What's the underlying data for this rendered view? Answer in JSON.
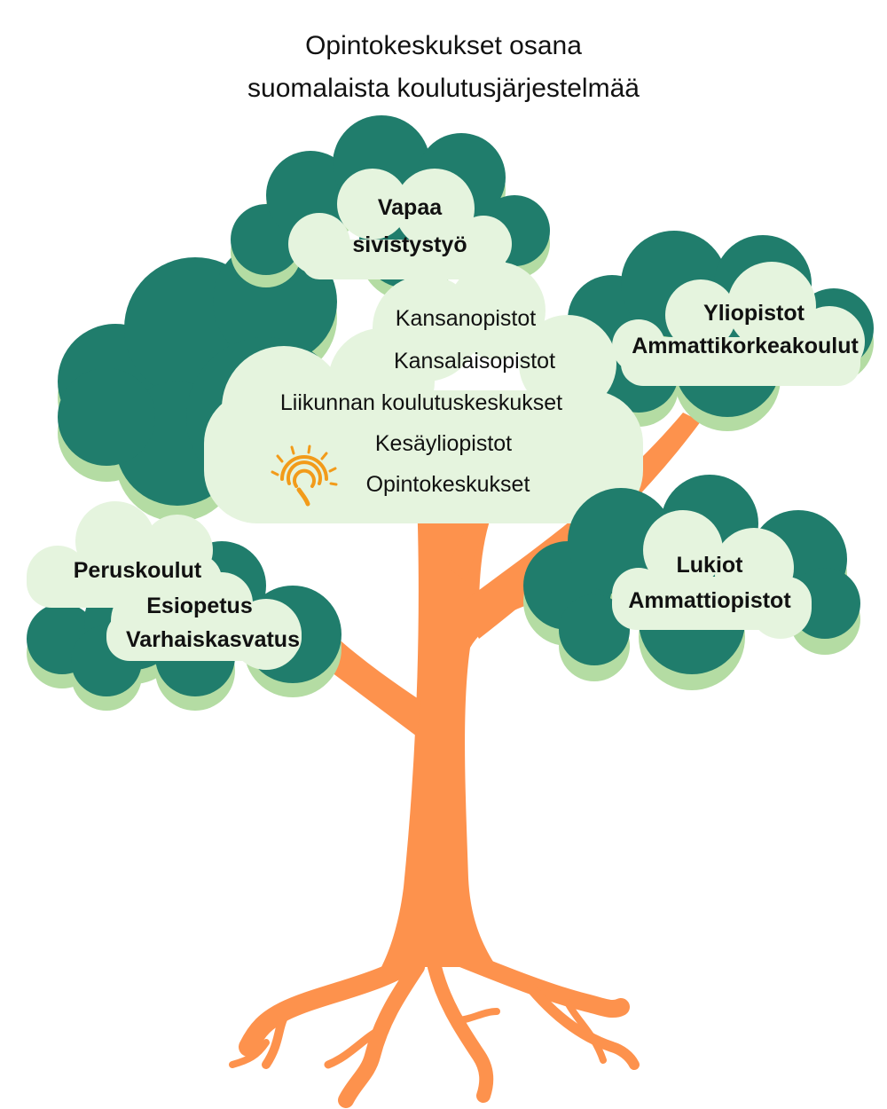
{
  "title": {
    "line1": "Opintokeskukset osana",
    "line2": "suomalaista koulutusjärjestelmää"
  },
  "colors": {
    "dark_green": "#207d6c",
    "light_green": "#b4dca3",
    "pale_green": "#e5f4de",
    "trunk_orange": "#fd924d",
    "logo_orange": "#f29b1a"
  },
  "clouds": {
    "vapaa": {
      "line1": "Vapaa",
      "line2": "sivistystyö"
    },
    "center": {
      "items": [
        "Kansanopistot",
        "Kansalaisopistot",
        "Liikunnan koulutuskeskukset",
        "Kesäyliopistot",
        "Opintokeskukset"
      ],
      "logo_icon": "sun-fern-logo-icon"
    },
    "yliopistot": {
      "line1": "Yliopistot",
      "line2": "Ammattikorkeakoulut"
    },
    "lukiot": {
      "line1": "Lukiot",
      "line2": "Ammattiopistot"
    },
    "peruskoulut": {
      "line1": "Peruskoulut",
      "line2": "Esiopetus",
      "line3": "Varhaiskasvatus"
    }
  }
}
